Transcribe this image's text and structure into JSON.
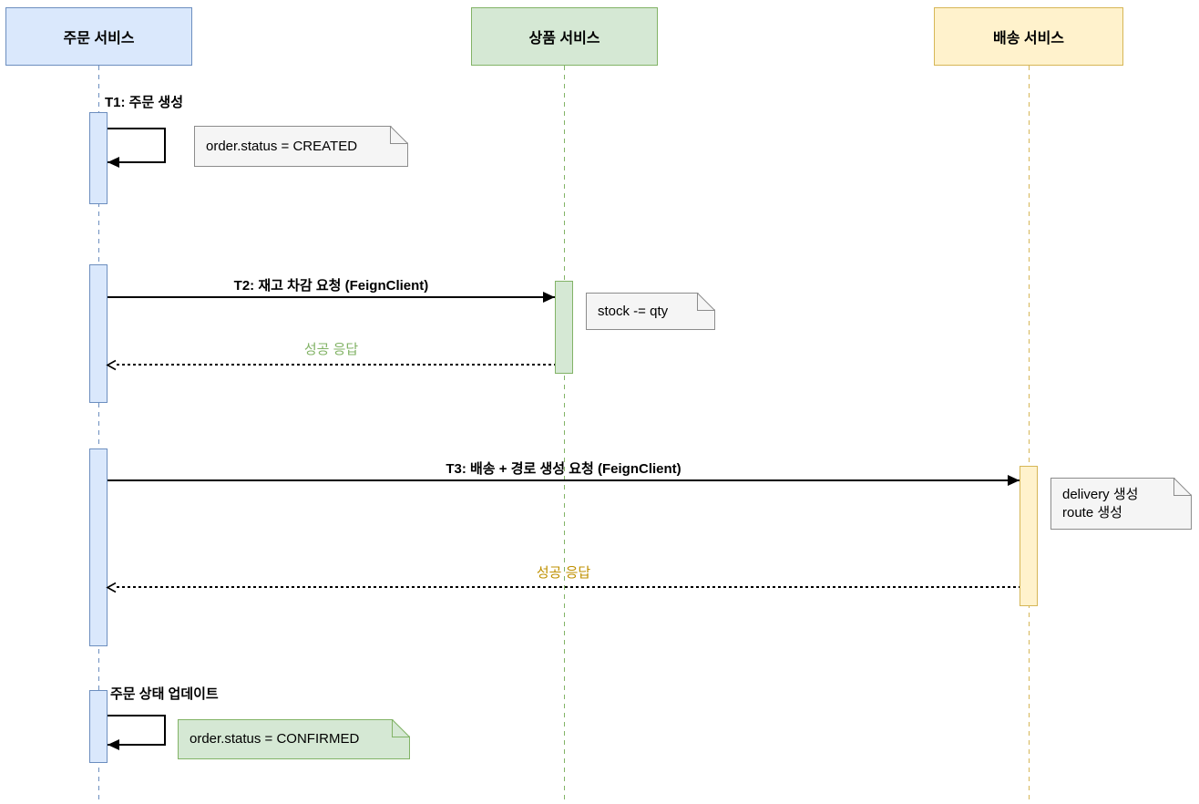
{
  "diagram": {
    "participants": [
      {
        "label": "주문 서비스"
      },
      {
        "label": "상품 서비스"
      },
      {
        "label": "배송 서비스"
      }
    ],
    "messages": {
      "t1": "T1: 주문 생성",
      "t2": "T2: 재고 차감 요청 (FeignClient)",
      "t2_response": "성공 응답",
      "t3": "T3: 배송 + 경로 생성 요청 (FeignClient)",
      "t3_response": "성공 응답",
      "t4": "주문 상태 업데이트"
    },
    "notes": {
      "order_created": "order.status = CREATED",
      "stock_decrement": "stock -= qty",
      "delivery_route": "delivery 생성\nroute 생성",
      "order_confirmed": "order.status = CONFIRMED"
    }
  },
  "palette": {
    "background": "#ffffff",
    "order_fill": "#dae8fc",
    "order_stroke": "#6c8ebf",
    "product_fill": "#d5e8d4",
    "product_stroke": "#82b366",
    "delivery_fill": "#fff2cc",
    "delivery_stroke": "#d6b656",
    "note_fill": "#f5f5f5",
    "note_stroke": "#8c8c8c",
    "green_note_fill": "#d5e8d4",
    "green_note_stroke": "#82b366",
    "response_green": "#82b366",
    "response_gold": "#bf9000",
    "message_color": "#000000"
  }
}
